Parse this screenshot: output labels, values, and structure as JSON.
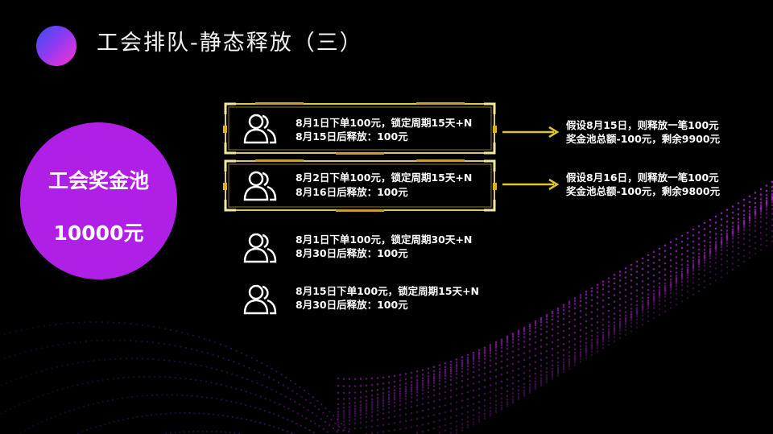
{
  "title": "工会排队-静态释放（三）",
  "pool": {
    "name": "工会奖金池",
    "amount": "10000元"
  },
  "entries": [
    {
      "line1": "8月1日下单100元，锁定周期15天+N",
      "line2": "8月15日后释放：100元",
      "framed": true,
      "note": {
        "line1": "假设8月15日，则释放一笔100元",
        "line2": "奖金池总额-100元，剩余9900元"
      }
    },
    {
      "line1": "8月2日下单100元，锁定周期15天+N",
      "line2": "8月16日后释放：100元",
      "framed": true,
      "note": {
        "line1": "假设8月16日，则释放一笔100元",
        "line2": "奖金池总额-100元，剩余9800元"
      }
    },
    {
      "line1": "8月1日下单100元，锁定周期30天+N",
      "line2": "8月30日后释放：100元",
      "framed": false
    },
    {
      "line1": "8月15日下单100元，锁定周期15天+N",
      "line2": "8月30日后释放：100元",
      "framed": false
    }
  ],
  "colors": {
    "accent_gold": "#d8c82a",
    "pool_purple": "#b01fe6",
    "dots_purple": "#a020d0"
  },
  "icons": {
    "user": "users-icon",
    "arrow": "arrow-right-icon",
    "title_dot": "gradient-circle"
  }
}
